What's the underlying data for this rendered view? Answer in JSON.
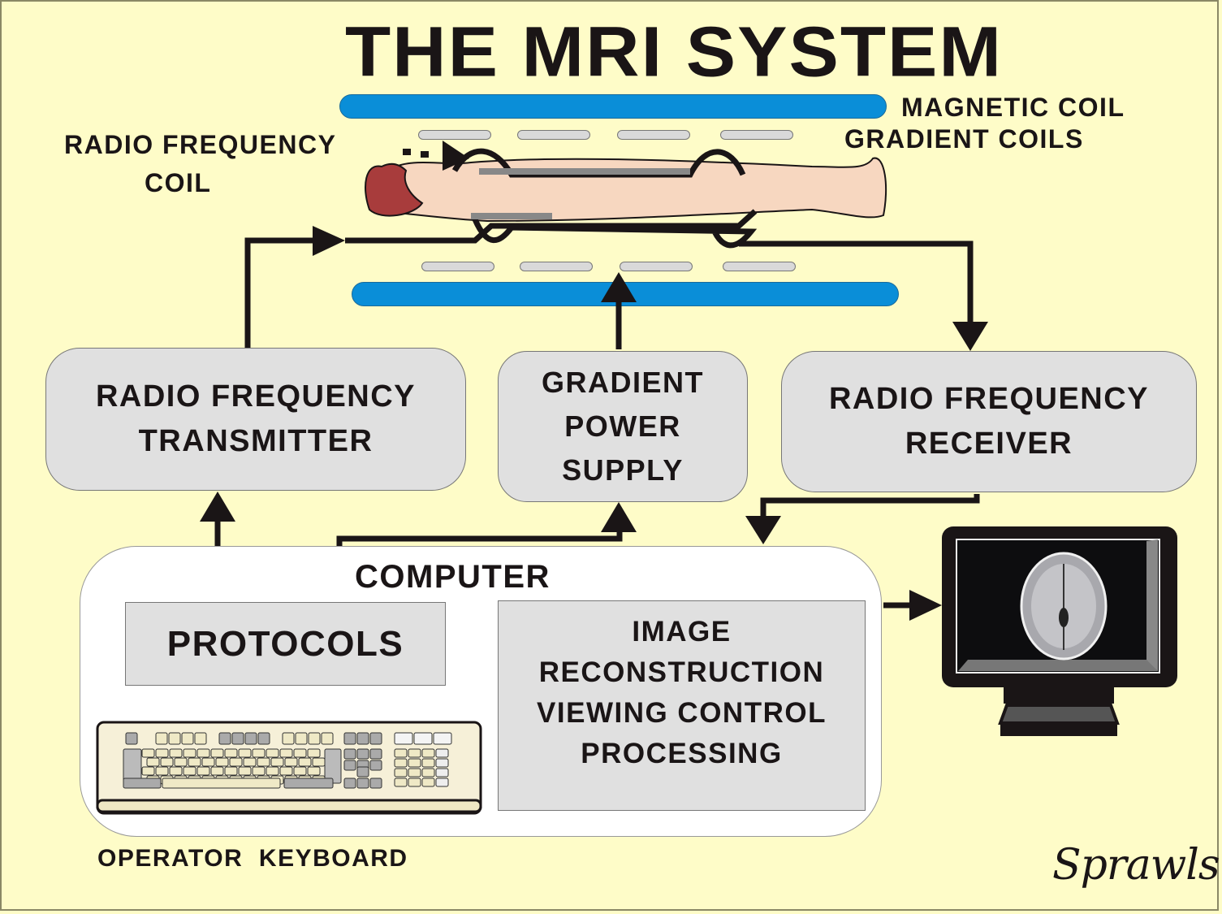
{
  "title": "THE MRI SYSTEM",
  "labels": {
    "magnetic_coil": "MAGNETIC COIL",
    "gradient_coils": "GRADIENT COILS",
    "rf_coil_line1": "RADIO FREQUENCY",
    "rf_coil_line2": "COIL",
    "operator_keyboard": "OPERATOR  KEYBOARD"
  },
  "blocks": {
    "rf_transmitter": [
      "RADIO FREQUENCY",
      "TRANSMITTER"
    ],
    "gradient_power_supply": [
      "GRADIENT",
      "POWER",
      "SUPPLY"
    ],
    "rf_receiver": [
      "RADIO FREQUENCY",
      "RECEIVER"
    ],
    "computer": {
      "title": "COMPUTER",
      "protocols": "PROTOCOLS",
      "image_processing": [
        "IMAGE",
        "RECONSTRUCTION",
        "VIEWING CONTROL",
        "PROCESSING"
      ]
    }
  },
  "signature": "Sprawls",
  "colors": {
    "background": "#fefcc8",
    "magnet": "#0a8ed8",
    "block_fill": "#e0e0e0",
    "text": "#1a1516",
    "skin": "#f7d7c0",
    "hair": "#a83c3c"
  }
}
